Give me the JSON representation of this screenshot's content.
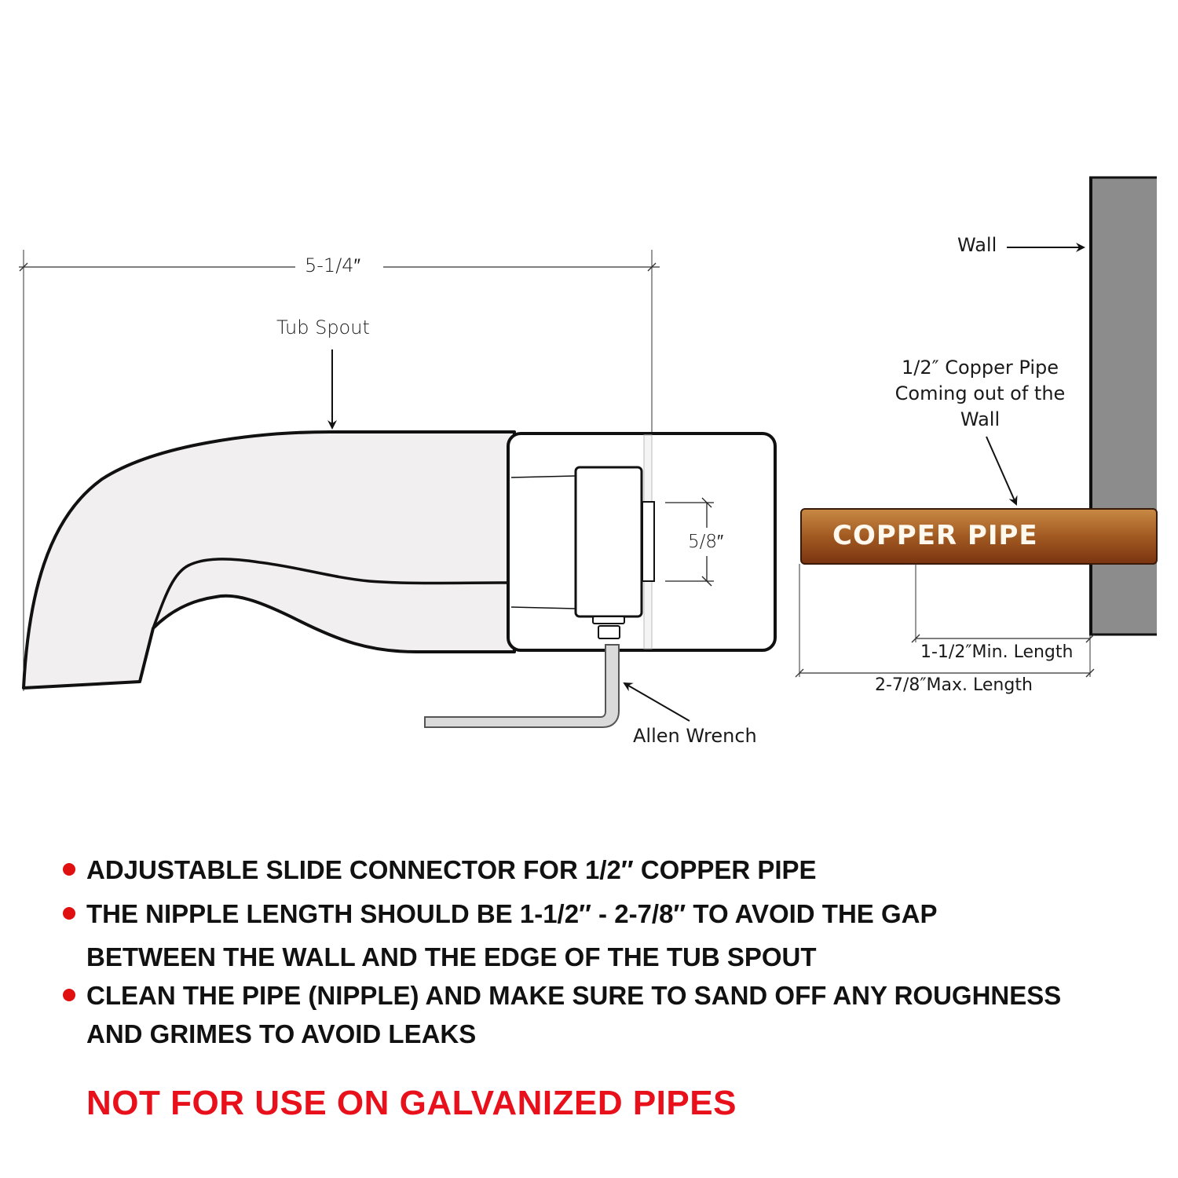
{
  "diagram": {
    "dimensions": {
      "overall_length": "5-1/4″",
      "connector_height": "5/8″",
      "min_length": "1-1/2″Min. Length",
      "max_length": "2-7/8″Max. Length"
    },
    "callouts": {
      "tub_spout": "Tub Spout",
      "wall": "Wall",
      "copper_pipe_line1": "1/2″ Copper Pipe",
      "copper_pipe_line2": "Coming out of the",
      "copper_pipe_line3": "Wall",
      "allen_wrench": "Allen Wrench"
    },
    "pipe_label": "COPPER PIPE",
    "colors": {
      "pipe_top": "#c07a35",
      "pipe_bottom": "#7a3410",
      "wall": "#8a8a8a",
      "spout_fill": "#f2eff0",
      "bullet": "#e01010",
      "warning": "#e8101a"
    }
  },
  "notes": [
    {
      "text": "ADJUSTABLE SLIDE CONNECTOR FOR 1/2″ COPPER PIPE"
    },
    {
      "text": "THE NIPPLE LENGTH SHOULD BE 1-1/2″ - 2-7/8″ TO AVOID THE GAP",
      "continuation": "BETWEEN THE WALL AND THE EDGE OF THE TUB SPOUT"
    },
    {
      "text": "CLEAN THE PIPE (NIPPLE) AND MAKE SURE TO SAND OFF ANY ROUGHNESS",
      "continuation": "AND GRIMES TO AVOID LEAKS"
    }
  ],
  "warning": "NOT FOR USE ON GALVANIZED PIPES"
}
